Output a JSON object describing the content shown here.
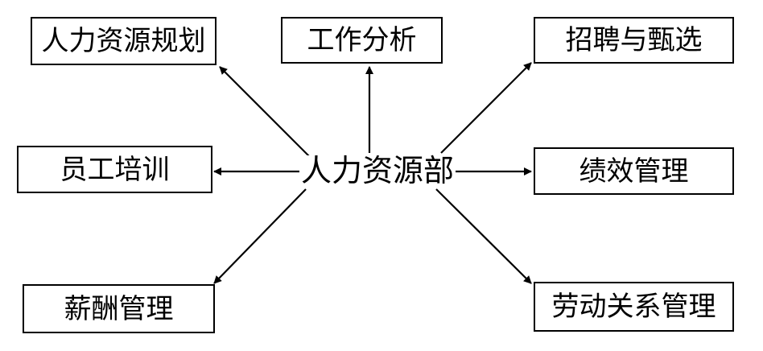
{
  "diagram": {
    "center": "人力资源部",
    "nodes": [
      "人力资源规划",
      "工作分析",
      "招聘与甄选",
      "员工培训",
      "绩效管理",
      "薪酬管理",
      "劳动关系管理"
    ]
  },
  "colors": {
    "line": "#000000",
    "box_border": "#000000",
    "background": "#ffffff"
  }
}
